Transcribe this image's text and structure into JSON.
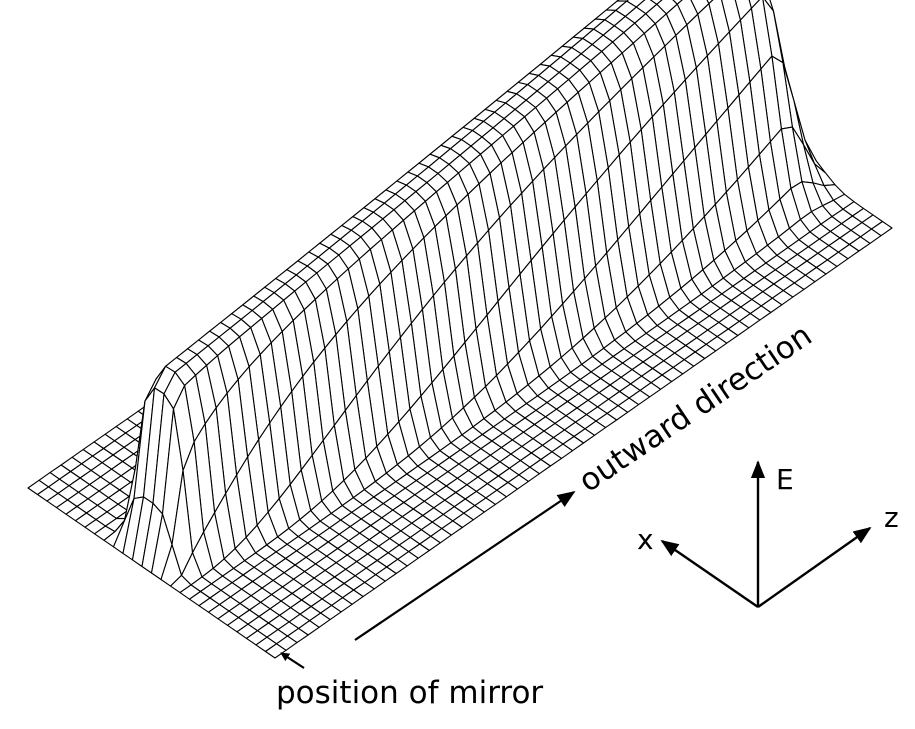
{
  "figure": {
    "labels": {
      "outward": "outward direction",
      "mirror": "position of mirror"
    },
    "axes": {
      "x_label": "x",
      "z_label": "z",
      "e_label": "E"
    }
  },
  "surface": {
    "type": "3d-wireframe",
    "grid_columns": 56,
    "grid_rows": 26,
    "colors": {
      "line": "#000000",
      "fill": "#ffffff"
    }
  }
}
